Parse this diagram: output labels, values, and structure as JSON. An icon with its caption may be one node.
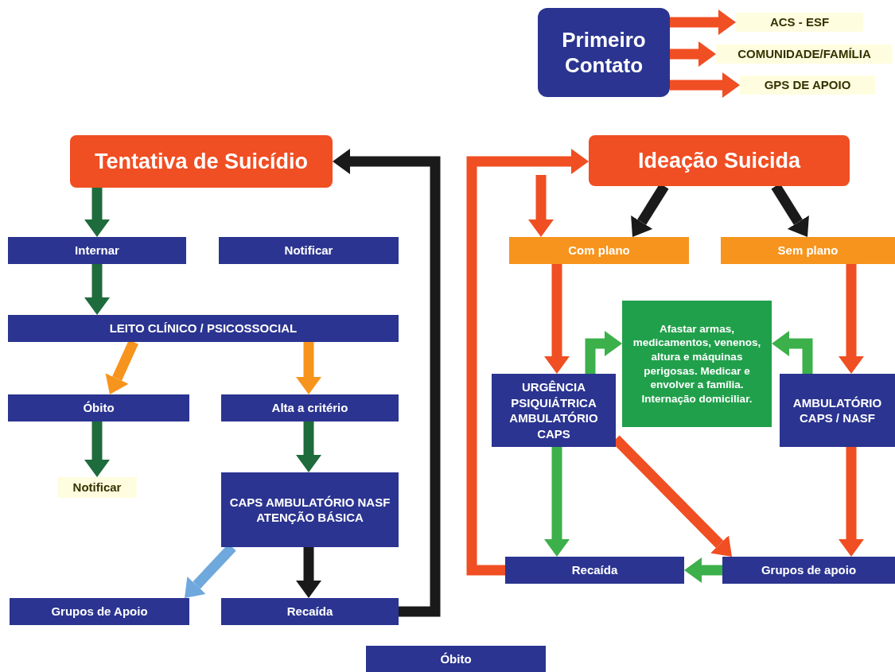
{
  "diagram": {
    "nodes": [
      {
        "text": [
          "Primeiro Contato"
        ]
      },
      {
        "text": [
          "ACS - ESF"
        ]
      },
      {
        "text": [
          "COMUNIDADE/FAMÍLIA"
        ]
      },
      {
        "text": [
          "GPS DE APOIO"
        ]
      },
      {
        "text": [
          "Tentativa de Suicídio"
        ]
      },
      {
        "text": [
          "Ideação Suicida"
        ]
      },
      {
        "text": [
          "Internar"
        ]
      },
      {
        "text": [
          "Notificar"
        ]
      },
      {
        "text": [
          "LEITO CLÍNICO / PSICOSSOCIAL"
        ]
      },
      {
        "text": [
          "Óbito"
        ]
      },
      {
        "text": [
          "Alta a critério"
        ]
      },
      {
        "text": [
          "Notificar"
        ]
      },
      {
        "text": [
          "CAPS AMBULATÓRIO NASF ATENÇÃO BÁSICA"
        ]
      },
      {
        "text": [
          "Grupos de Apoio"
        ]
      },
      {
        "text": [
          "Recaída"
        ]
      },
      {
        "text": [
          "Óbito"
        ]
      },
      {
        "text": [
          "Com plano"
        ]
      },
      {
        "text": [
          "Sem plano"
        ]
      },
      {
        "text": [
          "Afastar armas, medicamentos, venenos, altura e máquinas perigosas. Medicar e envolver a família. Internação domiciliar."
        ]
      },
      {
        "text": [
          "URGÊNCIA PSIQUIÁTRICA AMBULATÓRIO CAPS"
        ]
      },
      {
        "text": [
          "AMBULATÓRIO CAPS / NASF"
        ]
      },
      {
        "text": [
          "Recaída"
        ]
      },
      {
        "text": [
          "Grupos de apoio"
        ]
      }
    ],
    "edges": [
      {
        "from": 0,
        "to": 1,
        "arrow": "to"
      },
      {
        "from": 0,
        "to": 2,
        "arrow": "to"
      },
      {
        "from": 0,
        "to": 3,
        "arrow": "to"
      },
      {
        "from": 4,
        "to": 6,
        "arrow": "to",
        "color": "#1e6b3c"
      },
      {
        "from": 6,
        "to": 8,
        "arrow": "to",
        "color": "#1e6b3c"
      },
      {
        "from": 8,
        "to": 9,
        "arrow": "to",
        "color": "#f7941d"
      },
      {
        "from": 8,
        "to": 10,
        "arrow": "to",
        "color": "#f7941d"
      },
      {
        "from": 9,
        "to": 11,
        "arrow": "to",
        "color": "#1e6b3c"
      },
      {
        "from": 10,
        "to": 12,
        "arrow": "to",
        "color": "#1e6b3c"
      },
      {
        "from": 12,
        "to": 13,
        "arrow": "to",
        "color": "#6fa8dc"
      },
      {
        "from": 12,
        "to": 14,
        "arrow": "to",
        "color": "#1a1a1a"
      },
      {
        "from": 14,
        "to": 4,
        "arrow": "to",
        "color": "#1a1a1a"
      },
      {
        "from": 21,
        "to": 5,
        "arrow": "to"
      },
      {
        "from": null,
        "to": 16,
        "arrow": "to"
      },
      {
        "from": 5,
        "to": 16,
        "arrow": "to",
        "color": "#1a1a1a"
      },
      {
        "from": 5,
        "to": 17,
        "arrow": "to",
        "color": "#1a1a1a"
      },
      {
        "from": 16,
        "to": 19,
        "arrow": "to"
      },
      {
        "from": 17,
        "to": 20,
        "arrow": "to"
      },
      {
        "from": 19,
        "to": 18,
        "arrow": "to",
        "color": "#3cb04a"
      },
      {
        "from": 20,
        "to": 18,
        "arrow": "to",
        "color": "#3cb04a"
      },
      {
        "from": 19,
        "to": 21,
        "arrow": "to",
        "color": "#3cb04a"
      },
      {
        "from": 19,
        "to": 22,
        "arrow": "to"
      },
      {
        "from": 20,
        "to": 22,
        "arrow": "to"
      },
      {
        "from": 22,
        "to": 21,
        "arrow": "to",
        "color": "#3cb04a"
      }
    ]
  }
}
